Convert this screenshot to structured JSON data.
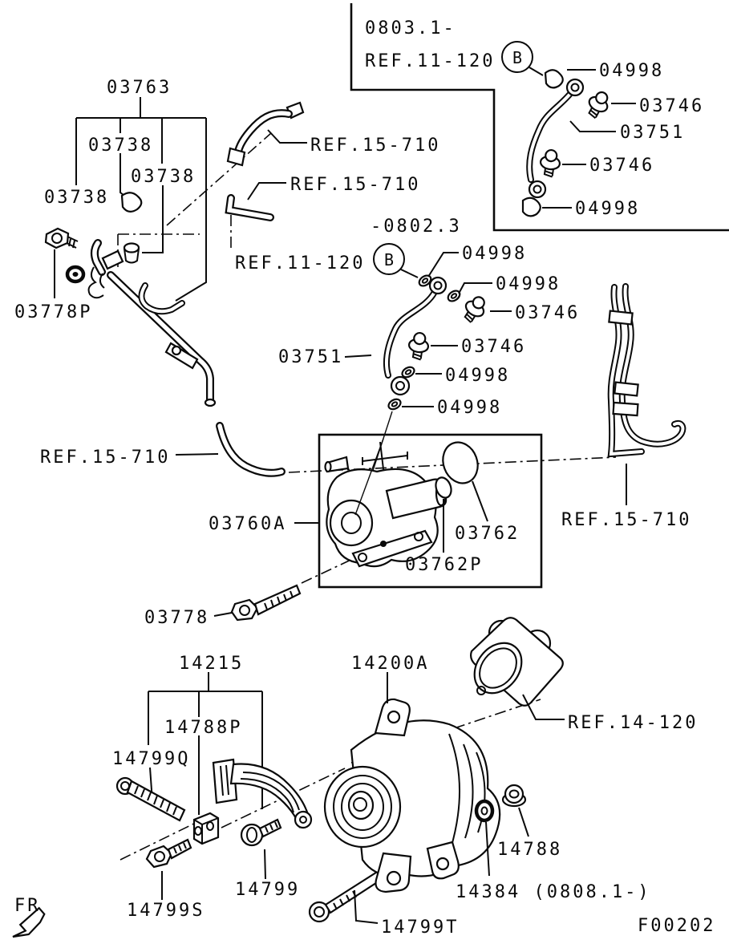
{
  "diagram": {
    "figure_code": "F00202",
    "orientation_label": "FR",
    "inset_box": {
      "applicability": "0803.1-",
      "reference": "REF.11-120",
      "view_marker": "B",
      "parts": {
        "p04998_top": "04998",
        "p03746_top": "03746",
        "p03751": "03751",
        "p03746_mid": "03746",
        "p04998_bottom": "04998"
      }
    },
    "main_view": {
      "applicability": "-0802.3",
      "reference_11_120": "REF.11-120",
      "view_marker": "B",
      "labels": {
        "p03763": "03763",
        "p03738_a": "03738",
        "p03738_b": "03738",
        "p03738_c": "03738",
        "p03778P": "03778P",
        "ref15_710_top": "REF.15-710",
        "ref15_710_mid": "REF.15-710",
        "ref15_710_left": "REF.15-710",
        "ref15_710_right": "REF.15-710",
        "p04998_m1": "04998",
        "p04998_m2": "04998",
        "p03746_m1": "03746",
        "p03751_main": "03751",
        "p03746_m2": "03746",
        "p04998_m3": "04998",
        "p04998_m4": "04998",
        "p03760A": "03760A",
        "p03762": "03762",
        "p03762P": "03762P",
        "p03778": "03778",
        "p14215": "14215",
        "p14788P": "14788P",
        "p14799Q": "14799Q",
        "p14200A": "14200A",
        "ref14_120": "REF.14-120",
        "p14788": "14788",
        "p14384": "14384 (0808.1-)",
        "p14799": "14799",
        "p14799S": "14799S",
        "p14799T": "14799T"
      }
    },
    "colors": {
      "ink": "#0a0a0a",
      "paper": "#ffffff"
    }
  }
}
